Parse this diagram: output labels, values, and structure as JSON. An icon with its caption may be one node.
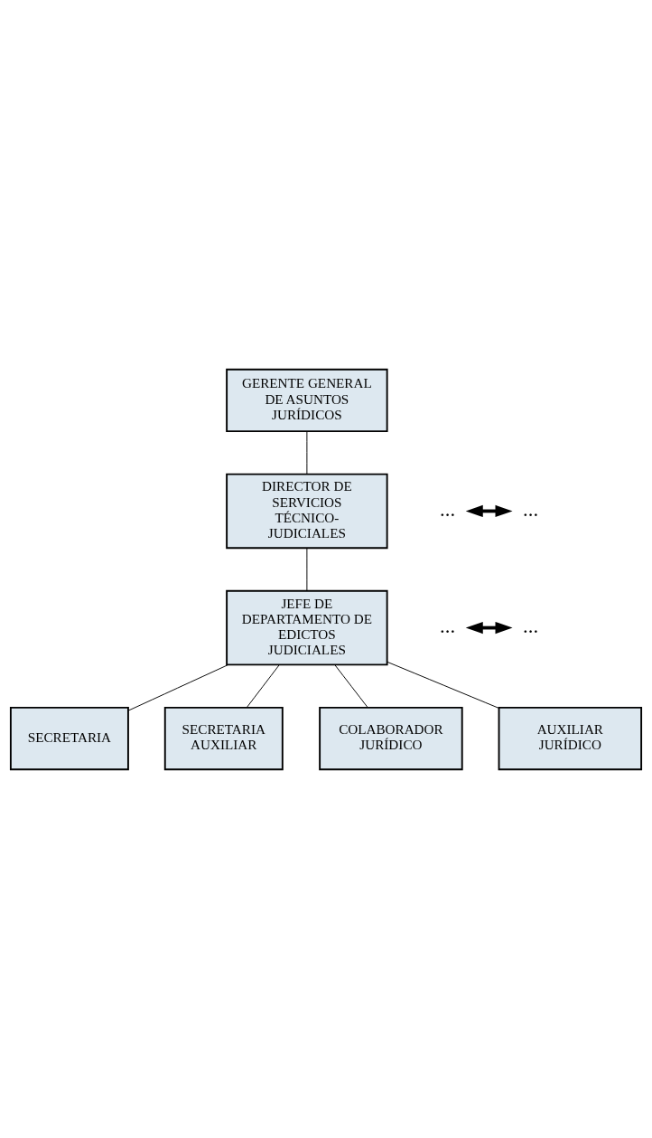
{
  "diagram": {
    "nodes": [
      {
        "text": [
          "GERENTE GENERAL DE ASUNTOS JURÍDICOS"
        ]
      },
      {
        "text": [
          "..."
        ]
      },
      {
        "text": [
          "..."
        ]
      },
      {
        "text": [
          "DIRECTOR DE SERVICIOS TÉCNICO-JUDICIALES"
        ]
      },
      {
        "text": [
          "..."
        ]
      },
      {
        "text": [
          "..."
        ]
      },
      {
        "text": [
          "JEFE DE DEPARTAMENTO DE EDICTOS JUDICIALES"
        ]
      },
      {
        "text": [
          "SECRETARIA"
        ]
      },
      {
        "text": [
          "SECRETARIA AUXILIAR"
        ]
      },
      {
        "text": [
          "COLABORADOR JURÍDICO"
        ]
      },
      {
        "text": [
          "AUXILIAR JURÍDICO"
        ]
      }
    ],
    "edges": [
      {
        "from": 0,
        "to": 3,
        "arrow": "none"
      },
      {
        "from": 1,
        "to": 2,
        "arrow": "both",
        "style": "thick"
      },
      {
        "from": 3,
        "to": 6,
        "arrow": "none"
      },
      {
        "from": 4,
        "to": 5,
        "arrow": "both",
        "style": "thick"
      },
      {
        "from": 6,
        "to": 7,
        "arrow": "none"
      },
      {
        "from": 6,
        "to": 8,
        "arrow": "none"
      },
      {
        "from": 6,
        "to": 9,
        "arrow": "none"
      },
      {
        "from": 6,
        "to": 10,
        "arrow": "none"
      }
    ]
  }
}
